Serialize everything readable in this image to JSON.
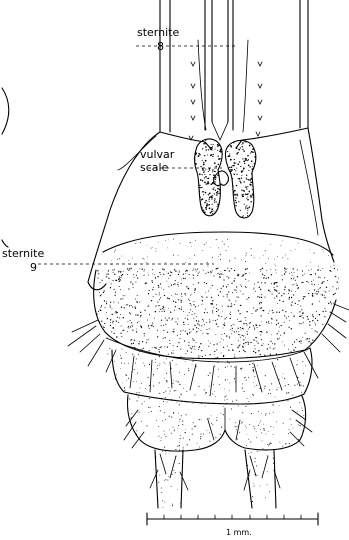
{
  "labels": {
    "sternite8": {
      "line1": "sternite",
      "line2": "8"
    },
    "vulvar_scale": {
      "line1": "vulvar",
      "line2": "scale"
    },
    "sternite9": {
      "line1": "sternite",
      "line2": "9"
    }
  },
  "scale_bar": {
    "label": "1 mm."
  }
}
